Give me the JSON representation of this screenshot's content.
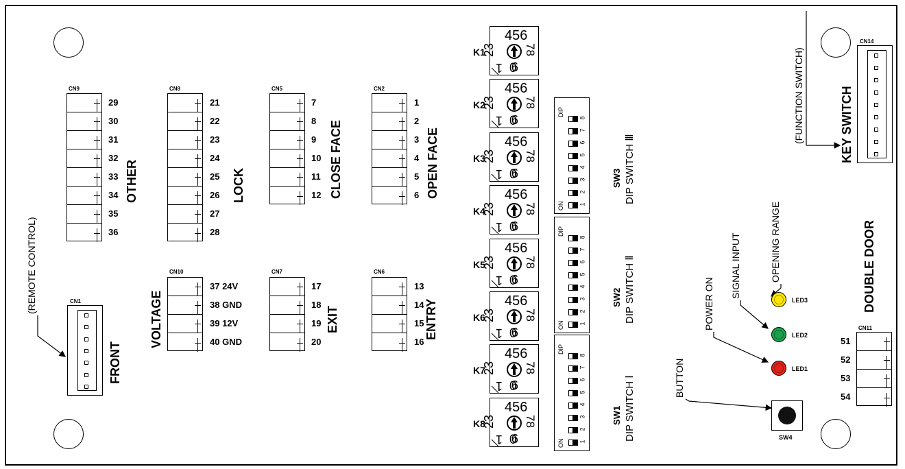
{
  "board": {
    "connectors": {
      "cn9": {
        "label": "CN9",
        "name": "OTHER",
        "pins": [
          "29",
          "30",
          "31",
          "32",
          "33",
          "34",
          "35",
          "36"
        ]
      },
      "cn8": {
        "label": "CN8",
        "name": "LOCK",
        "pins": [
          "21",
          "22",
          "23",
          "24",
          "25",
          "26",
          "27",
          "28"
        ]
      },
      "cn5": {
        "label": "CN5",
        "name": "CLOSE FACE",
        "pins": [
          "7",
          "8",
          "9",
          "10",
          "11",
          "12"
        ]
      },
      "cn2": {
        "label": "CN2",
        "name": "OPEN FACE",
        "pins": [
          "1",
          "2",
          "3",
          "4",
          "5",
          "6"
        ]
      },
      "cn10": {
        "label": "CN10",
        "name": "VOLTAGE",
        "pins": [
          "37 24V",
          "38 GND",
          "39 12V",
          "40 GND"
        ]
      },
      "cn7": {
        "label": "CN7",
        "name": "EXIT",
        "pins": [
          "17",
          "18",
          "19",
          "20"
        ]
      },
      "cn6": {
        "label": "CN6",
        "name": "ENTRY",
        "pins": [
          "13",
          "14",
          "15",
          "16"
        ]
      },
      "cn1": {
        "label": "CN1",
        "name": "FRONT"
      },
      "cn14": {
        "label": "CN14",
        "name": "KEY SWITCH"
      },
      "cn11": {
        "label": "CN11",
        "name": "DOUBLE DOOR",
        "pins": [
          "51",
          "52",
          "53",
          "54"
        ]
      }
    },
    "rotary_switches": [
      "K1",
      "K2",
      "K3",
      "K4",
      "K5",
      "K6",
      "K7",
      "K8"
    ],
    "rotary_digits": {
      "top": "456",
      "left": "23",
      "right": "78",
      "bottom": "0",
      "left_bottom": "1",
      "bottom_right": "9"
    },
    "dip_switches": [
      {
        "label": "SW3",
        "name": "DIP SWITCH Ⅲ"
      },
      {
        "label": "SW2",
        "name": "DIP SWITCH Ⅱ"
      },
      {
        "label": "SW1",
        "name": "DIP SWITCH Ⅰ"
      }
    ],
    "dip_text": {
      "dip": "DIP",
      "on": "ON",
      "nums": [
        "1",
        "2",
        "3",
        "4",
        "5",
        "6",
        "7",
        "8"
      ]
    },
    "leds": [
      {
        "label": "LED3",
        "color": "#ffe600",
        "callout": "OPENING RANGE"
      },
      {
        "label": "LED2",
        "color": "#1aa04a",
        "callout": "SIGNAL INPUT"
      },
      {
        "label": "LED1",
        "color": "#e2231a",
        "callout": "POWER ON"
      }
    ],
    "button": {
      "label": "SW4",
      "callout": "BUTTON"
    },
    "callouts": {
      "remote": "(REMOTE   CONTROL)",
      "function": "(FUNCTION  SWITCH)"
    }
  }
}
